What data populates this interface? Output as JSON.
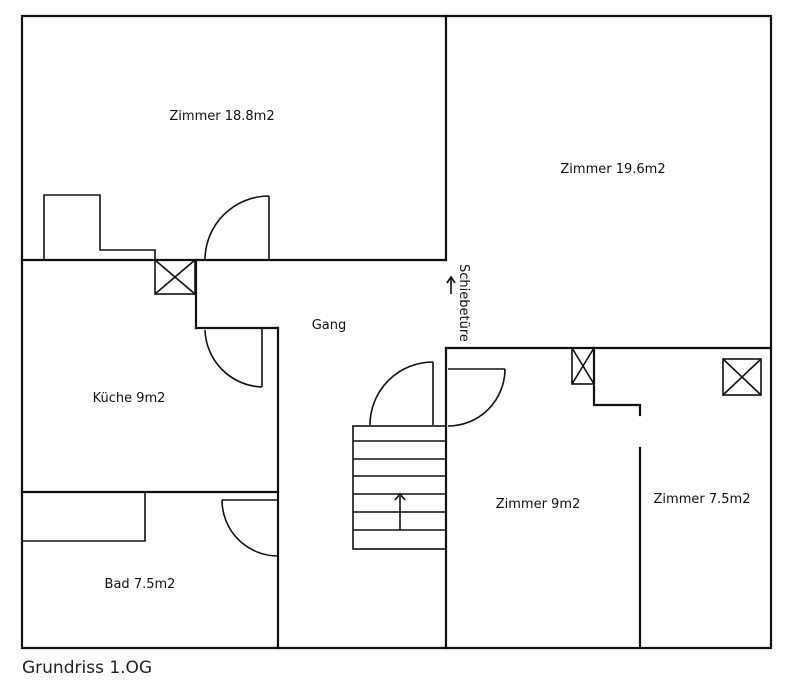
{
  "rooms": {
    "zimmer_a": "Zimmer 18.8m2",
    "zimmer_b": "Zimmer 19.6m2",
    "gang": "Gang",
    "kueche": "Küche 9m2",
    "bad": "Bad 7.5m2",
    "zimmer_c": "Zimmer 9m2",
    "zimmer_d": "Zimmer 7.5m2"
  },
  "annotations": {
    "sliding_door": "Schiebetüre"
  },
  "caption": "Grundriss 1.OG"
}
